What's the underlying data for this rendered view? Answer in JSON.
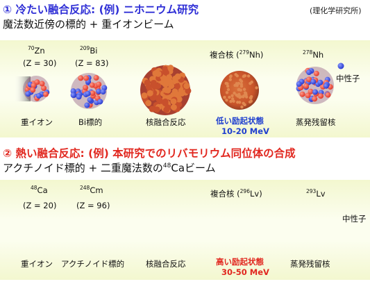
{
  "section1": {
    "title": "① 冷たい融合反応: (例) ニホニウム研究",
    "source": "(理化学研究所)",
    "subtitle": "魔法数近傍の標的 + 重イオンビーム",
    "projectile": {
      "mass": "70",
      "symbol": "Zn",
      "z": "(Z = 30)",
      "label": "重イオン"
    },
    "target": {
      "mass": "209",
      "symbol": "Bi",
      "z": "(Z = 83)",
      "label": "Bi標的"
    },
    "fusion_label": "核融合反応",
    "compound": {
      "prefix": "複合核 (",
      "mass": "279",
      "symbol": "Nh)",
      "state": "低い励起状態",
      "energy": "10-20 MeV"
    },
    "residue": {
      "mass": "278",
      "symbol": "Nh",
      "label": "蒸発残留核",
      "neutron_label": "中性子"
    }
  },
  "section2": {
    "title": "② 熱い融合反応: (例) 本研究でのリバモリウム同位体の合成",
    "subtitle_prefix": "アクチノイド標的 + 二重魔法数の",
    "subtitle_mass": "48",
    "subtitle_suffix": "Caビーム",
    "projectile": {
      "mass": "48",
      "symbol": "Ca",
      "z": "(Z = 20)",
      "label": "重イオン"
    },
    "target": {
      "mass": "248",
      "symbol": "Cm",
      "z": "(Z = 96)",
      "label": "アクチノイド標的"
    },
    "fusion_label": "核融合反応",
    "compound": {
      "prefix": "複合核 (",
      "mass": "296",
      "symbol": "Lv)",
      "state": "高い励起状態",
      "energy": "30-50 MeV"
    },
    "residue": {
      "mass": "293",
      "symbol": "Lv",
      "label": "蒸発残留核",
      "neutron_label": "中性子"
    }
  },
  "colors": {
    "title1": "#2f2fd6",
    "title2": "#e1271f",
    "proton": "#e23a2a",
    "neutron": "#2a3ccf",
    "panel": "#f3f7cf"
  }
}
